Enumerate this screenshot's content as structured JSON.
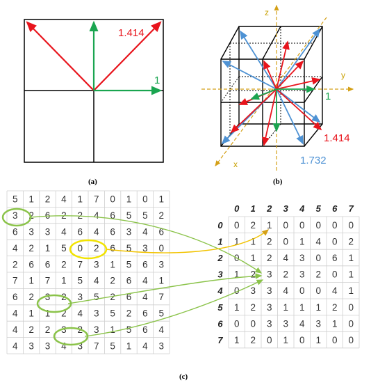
{
  "panel_a": {
    "caption": "(a)",
    "diag_label": "1.414",
    "axis_label": "1"
  },
  "panel_b": {
    "caption": "(b)",
    "axis_x": "x",
    "axis_y": "y",
    "axis_z": "z",
    "label_green": "1",
    "label_red": "1.414",
    "label_blue": "1.732"
  },
  "panel_c": {
    "caption": "(c)",
    "left_grid": [
      [
        "5",
        "1",
        "2",
        "4",
        "1",
        "7",
        "0",
        "1",
        "0",
        "1"
      ],
      [
        "3",
        "2",
        "6",
        "2",
        "2",
        "4",
        "6",
        "5",
        "5",
        "2"
      ],
      [
        "6",
        "3",
        "3",
        "4",
        "6",
        "4",
        "6",
        "3",
        "4",
        "6"
      ],
      [
        "4",
        "2",
        "1",
        "5",
        "0",
        "2",
        "6",
        "5",
        "3",
        "0"
      ],
      [
        "2",
        "6",
        "6",
        "2",
        "7",
        "3",
        "1",
        "5",
        "6",
        "3"
      ],
      [
        "7",
        "1",
        "7",
        "1",
        "5",
        "4",
        "2",
        "6",
        "4",
        "1"
      ],
      [
        "6",
        "2",
        "3",
        "2",
        "3",
        "5",
        "2",
        "6",
        "4",
        "7"
      ],
      [
        "4",
        "1",
        "1",
        "2",
        "4",
        "3",
        "5",
        "2",
        "6",
        "5"
      ],
      [
        "4",
        "2",
        "2",
        "3",
        "2",
        "3",
        "1",
        "5",
        "6",
        "4"
      ],
      [
        "4",
        "3",
        "3",
        "4",
        "3",
        "7",
        "5",
        "1",
        "4",
        "3"
      ]
    ],
    "right_headers": [
      "0",
      "1",
      "2",
      "3",
      "4",
      "5",
      "6",
      "7"
    ],
    "right_grid": [
      [
        "0",
        "2",
        "1",
        "0",
        "0",
        "0",
        "0",
        "0"
      ],
      [
        "1",
        "1",
        "2",
        "0",
        "1",
        "4",
        "0",
        "2"
      ],
      [
        "0",
        "1",
        "2",
        "4",
        "3",
        "0",
        "6",
        "1"
      ],
      [
        "1",
        "2",
        "3",
        "2",
        "3",
        "2",
        "0",
        "1"
      ],
      [
        "0",
        "3",
        "3",
        "4",
        "0",
        "0",
        "4",
        "1"
      ],
      [
        "1",
        "2",
        "3",
        "1",
        "1",
        "1",
        "2",
        "0"
      ],
      [
        "0",
        "0",
        "3",
        "3",
        "4",
        "3",
        "1",
        "0"
      ],
      [
        "1",
        "2",
        "0",
        "1",
        "0",
        "1",
        "0",
        "0"
      ]
    ]
  },
  "colors": {
    "red": "#e8141c",
    "green": "#1aa550",
    "blue": "#4e92d4",
    "cyan": "#2aa8e0",
    "gold": "#d4a017",
    "lime": "#8bc34a",
    "yellow": "#f2e300"
  }
}
